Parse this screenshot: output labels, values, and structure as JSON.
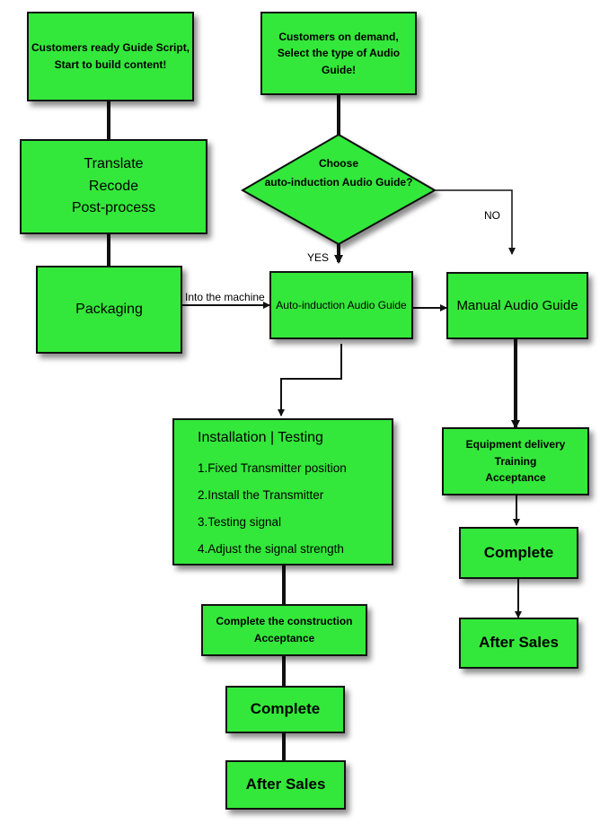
{
  "boxes": {
    "ready_script": {
      "lines": [
        "Customers ready Guide Script,",
        "Start to build content!"
      ]
    },
    "on_demand": {
      "lines": [
        "Customers on demand,",
        "Select the type of Audio Guide!"
      ]
    },
    "translate": {
      "lines": [
        "Translate",
        "Recode",
        "Post-process"
      ]
    },
    "choose": {
      "lines": [
        "Choose",
        "auto-induction Audio Guide?"
      ]
    },
    "packaging": {
      "text": "Packaging"
    },
    "auto_induction": {
      "text": "Auto-induction Audio Guide"
    },
    "manual": {
      "text": "Manual Audio Guide"
    },
    "installation": {
      "title": "Installation | Testing",
      "steps": [
        "1.Fixed Transmitter position",
        "2.Install the Transmitter",
        "3.Testing signal",
        "4.Adjust the signal strength"
      ]
    },
    "equipment": {
      "lines": [
        "Equipment delivery",
        "Training",
        "Acceptance"
      ]
    },
    "construction": {
      "lines": [
        "Complete the construction",
        "Acceptance"
      ]
    },
    "complete_right": {
      "text": "Complete"
    },
    "complete_left": {
      "text": "Complete"
    },
    "after_sales_right": {
      "text": "After Sales"
    },
    "after_sales_left": {
      "text": "After Sales"
    }
  },
  "labels": {
    "no": "NO",
    "yes": "YES",
    "into_machine": "Into the machine"
  },
  "colors": {
    "box_fill": "#33e83a",
    "stroke": "#111111"
  }
}
